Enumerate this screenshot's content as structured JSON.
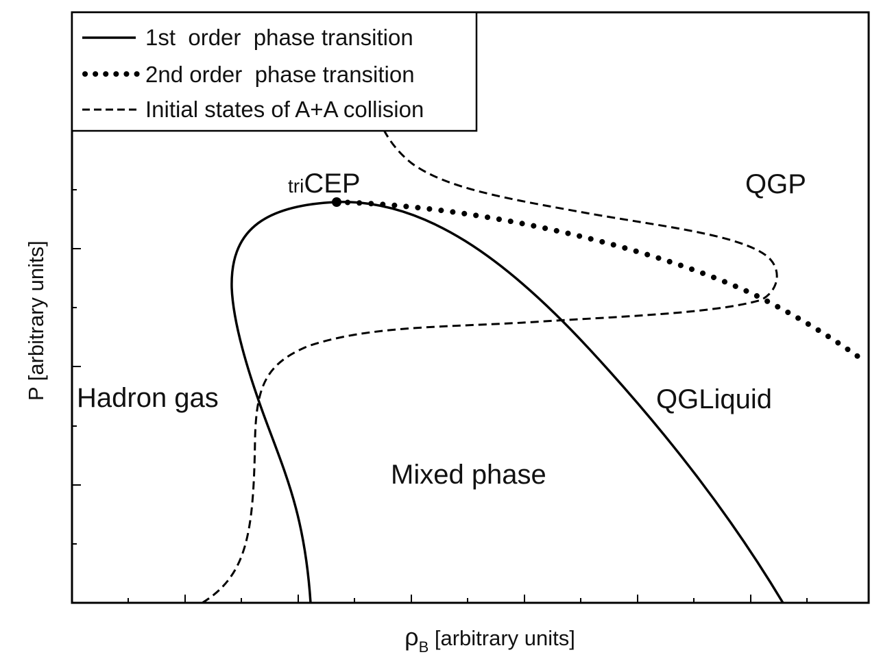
{
  "diagram": {
    "legend": [
      {
        "label": "1st  order  phase transition",
        "style": "solid"
      },
      {
        "label": "2nd order  phase transition",
        "style": "dotted"
      },
      {
        "label": "Initial states of A+A collision",
        "style": "dashed"
      }
    ],
    "regions": {
      "qgp": "QGP",
      "hadron_gas": "Hadron gas",
      "qgliquid": "QGLiquid",
      "mixed_phase": "Mixed phase"
    },
    "point": {
      "prefix": "tri",
      "name": "CEP"
    },
    "x_axis": {
      "symbol": "ρ",
      "subscript": "B",
      "label": " [arbitrary units]"
    },
    "y_axis": {
      "label": "P [arbitrary units]"
    },
    "line_color": "#000000"
  }
}
